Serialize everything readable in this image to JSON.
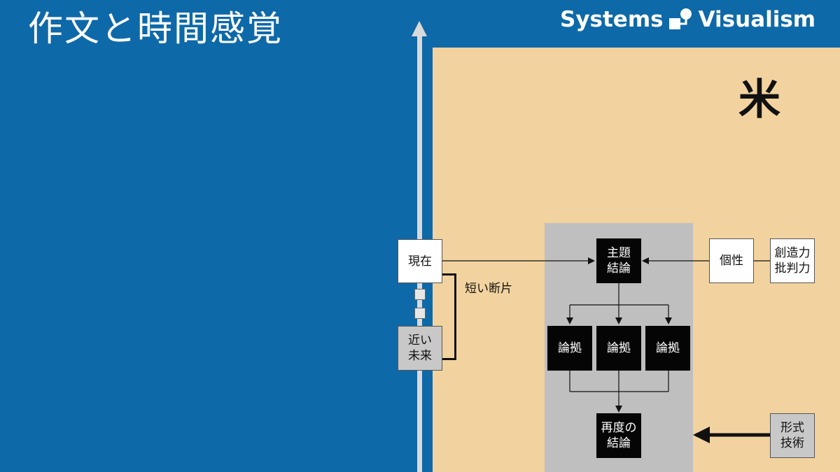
{
  "title": "作文と時間感覚",
  "brand": {
    "left": "Systems",
    "right": "Visualism"
  },
  "country": "米",
  "axis": {
    "present": "現在",
    "near_future": "近い\n未来",
    "bracket_label": "短い断片"
  },
  "flow": {
    "thesis": "主題\n結論",
    "evidence": [
      "論拠",
      "論拠",
      "論拠"
    ],
    "conclusion": "再度の\n結論",
    "individuality": "個性",
    "abilities": "創造力\n批判力",
    "form": "形式\n技術"
  },
  "colors": {
    "background": "#0e69a8",
    "panel": "#f2d39f",
    "zone": "#bfbfbf",
    "node": "#050505"
  }
}
